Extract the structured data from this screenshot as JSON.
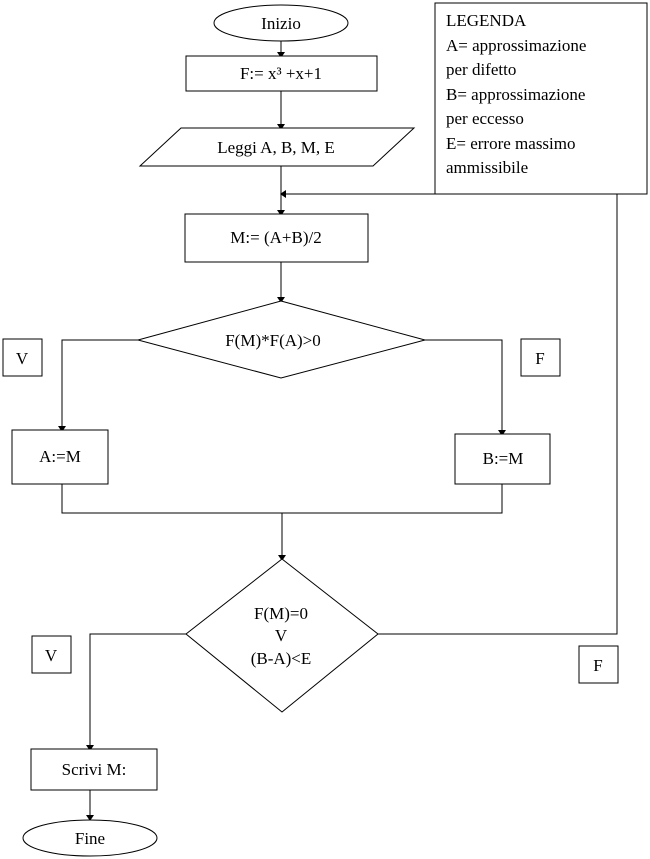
{
  "nodes": {
    "start": "Inizio",
    "assign_f": "F:= x³ +x+1",
    "input": "Leggi A, B, M, E",
    "midpoint": "M:= (A+B)/2",
    "decision_sign": "F(M)*F(A)>0",
    "assign_a": "A:=M",
    "assign_b": "B:=M",
    "decision_stop_line1": "F(M)=0",
    "decision_stop_line2": "V",
    "decision_stop_line3": "(B-A)<E",
    "output": "Scrivi M:",
    "end": "Fine"
  },
  "branch_labels": {
    "sign_true": "V",
    "sign_false": "F",
    "stop_true": "V",
    "stop_false": "F"
  },
  "legend": {
    "title": "LEGENDA",
    "lines": [
      "A= approssimazione",
      "per difetto",
      "B= approssimazione",
      "per eccesso",
      "E= errore massimo",
      "ammissibile"
    ]
  }
}
